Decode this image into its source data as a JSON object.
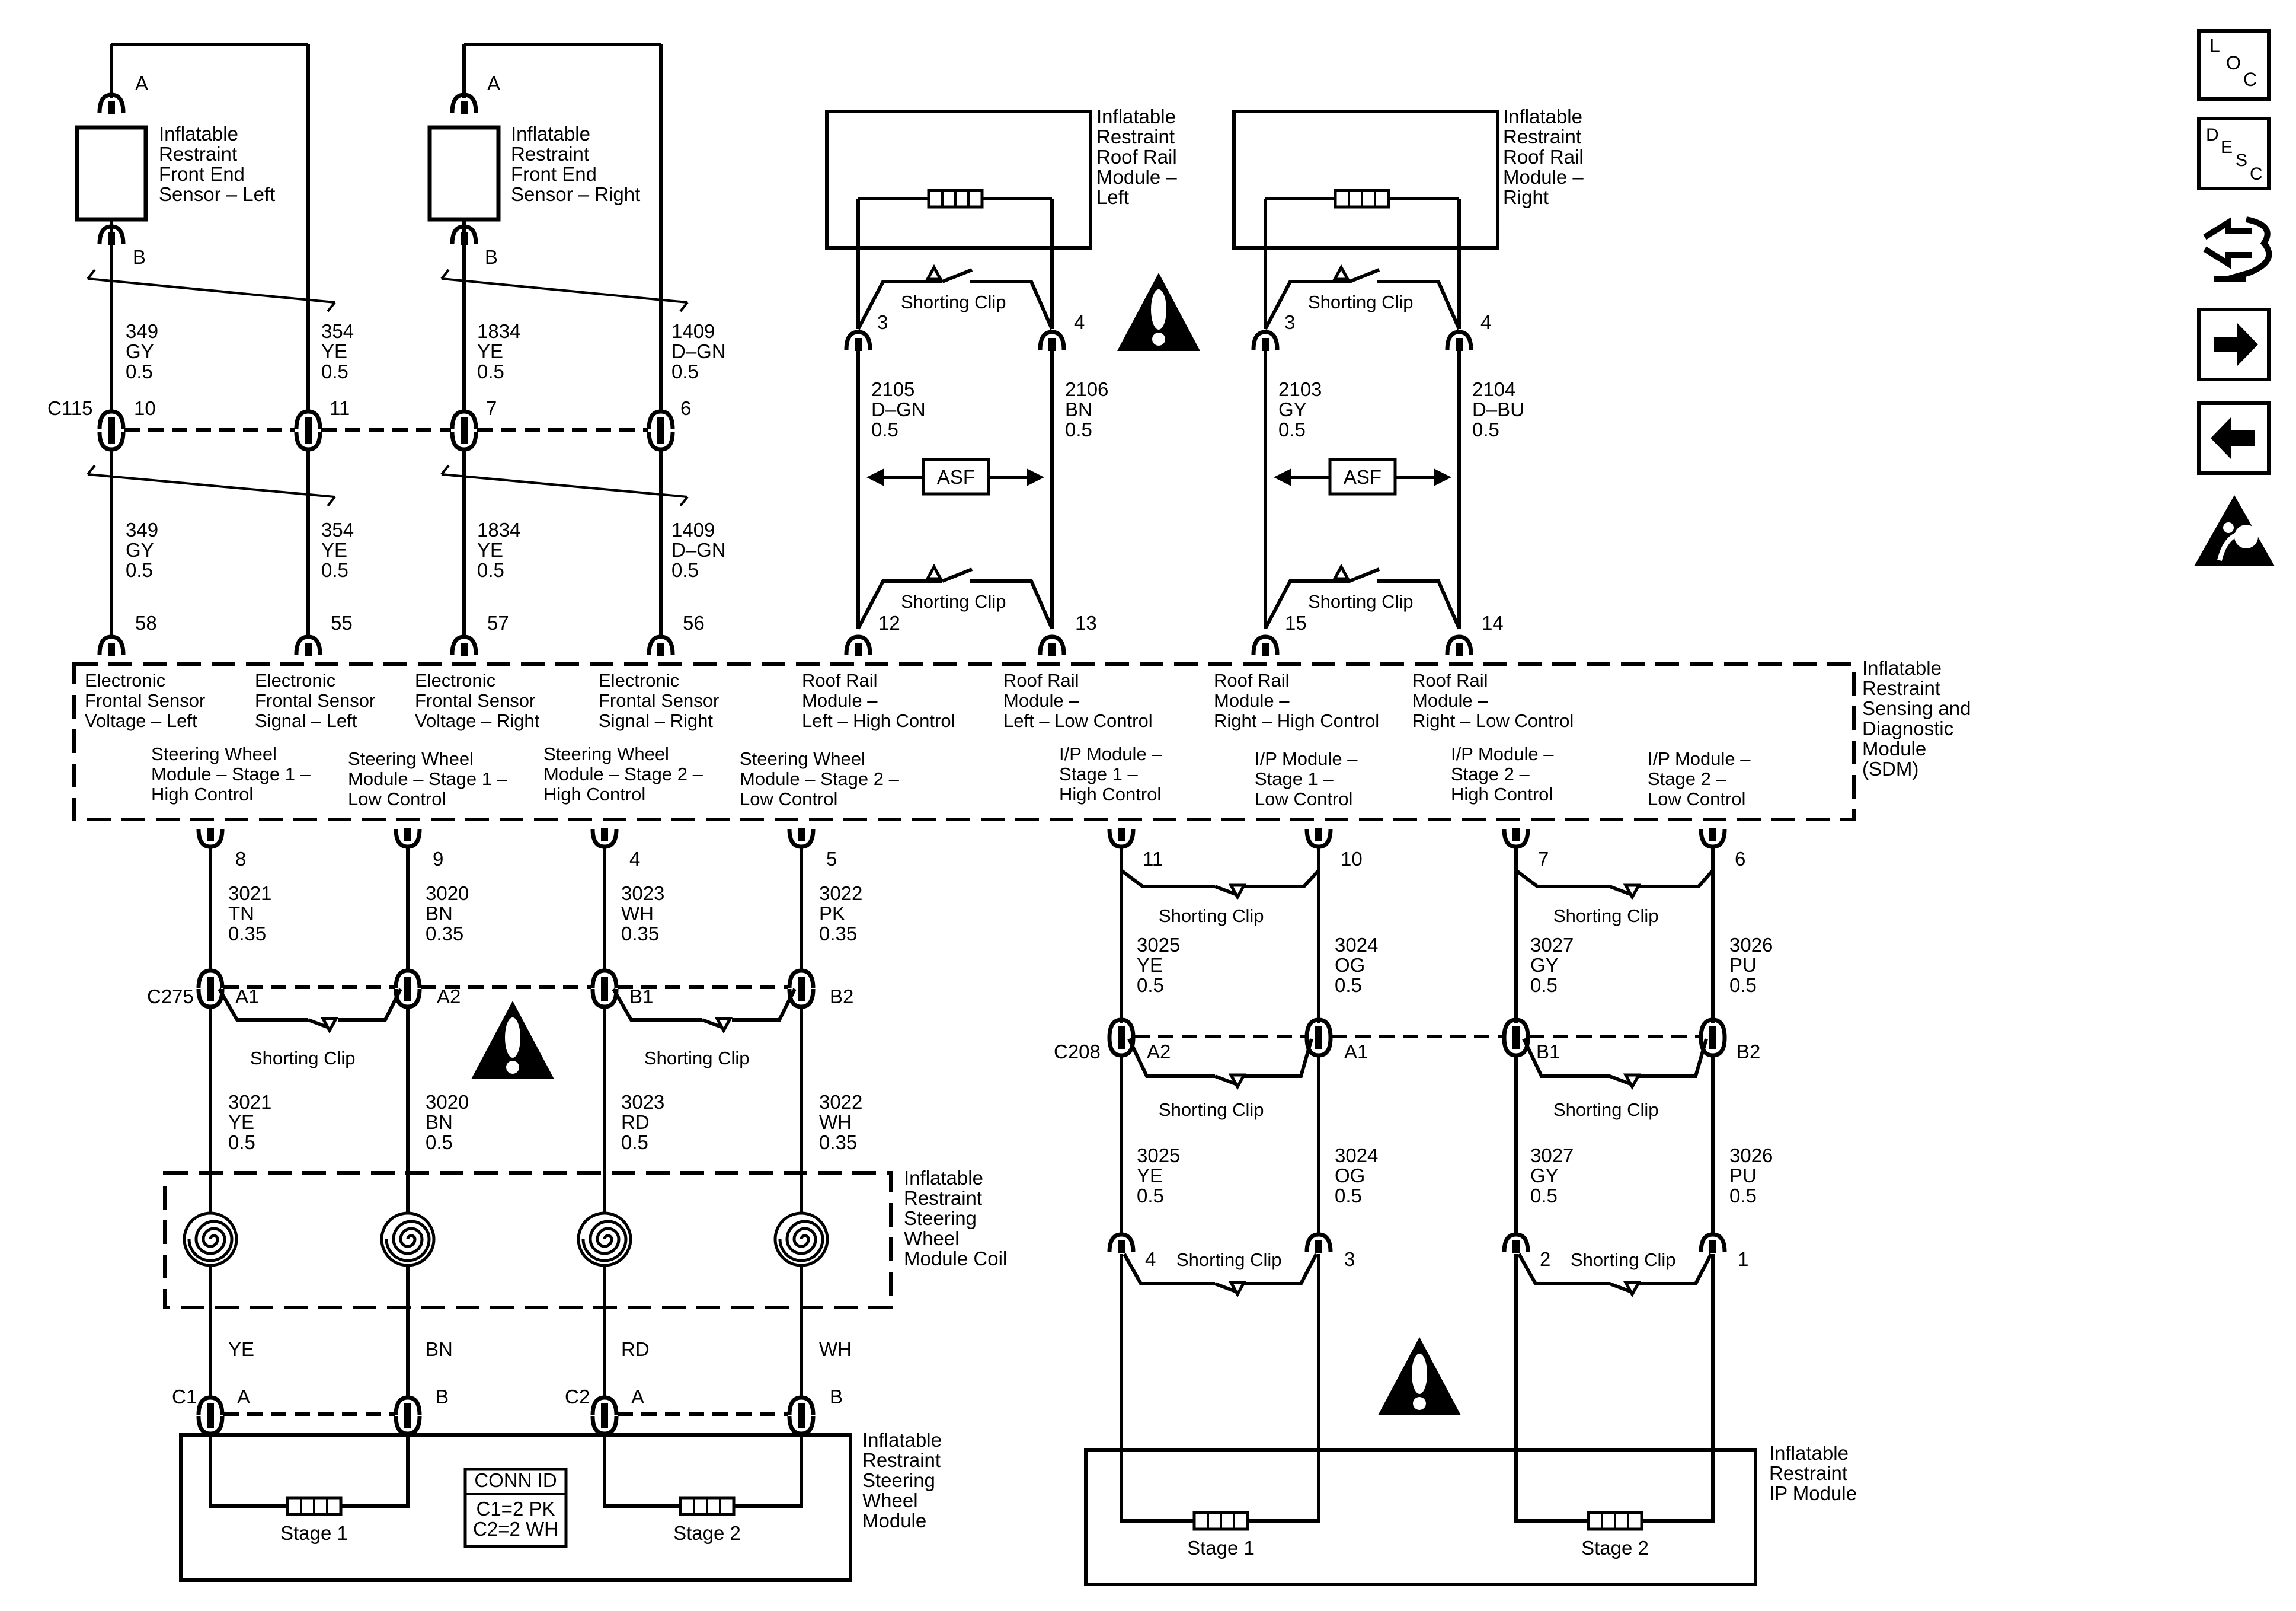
{
  "icons": [
    {
      "name": "loc-icon",
      "glyph": "LOC"
    },
    {
      "name": "desc-icon",
      "glyph": "DESC"
    },
    {
      "name": "schematic-connector-icon",
      "glyph": "connector"
    },
    {
      "name": "next-arrow-icon",
      "glyph": "right-arrow"
    },
    {
      "name": "previous-arrow-icon",
      "glyph": "left-arrow"
    },
    {
      "name": "airbag-warning-icon",
      "glyph": "airbag"
    }
  ],
  "loc_label": {
    "l": "L",
    "o": "O",
    "c": "C"
  },
  "desc_label": {
    "d": "D",
    "e": "E",
    "s": "S",
    "c": "C"
  },
  "sensors": {
    "left": {
      "lines": [
        "Inflatable",
        "Restraint",
        "Front End",
        "Sensor – Left"
      ],
      "pin_top": "A",
      "pin_bottom": "B"
    },
    "right": {
      "lines": [
        "Inflatable",
        "Restraint",
        "Front End",
        "Sensor – Right"
      ],
      "pin_top": "A",
      "pin_bottom": "B"
    }
  },
  "c115": {
    "label": "C115",
    "pins": [
      "10",
      "11",
      "7",
      "6"
    ],
    "wires_upper": [
      [
        "349",
        "GY",
        "0.5"
      ],
      [
        "354",
        "YE",
        "0.5"
      ],
      [
        "1834",
        "YE",
        "0.5"
      ],
      [
        "1409",
        "D–GN",
        "0.5"
      ]
    ],
    "wires_lower": [
      [
        "349",
        "GY",
        "0.5"
      ],
      [
        "354",
        "YE",
        "0.5"
      ],
      [
        "1834",
        "YE",
        "0.5"
      ],
      [
        "1409",
        "D–GN",
        "0.5"
      ]
    ]
  },
  "roof_rail": {
    "left": {
      "lines": [
        "Inflatable",
        "Restraint",
        "Roof Rail",
        "Module –",
        "Left"
      ],
      "pins_top": [
        "3",
        "4"
      ],
      "wires": [
        [
          "2105",
          "D–GN",
          "0.5"
        ],
        [
          "2106",
          "BN",
          "0.5"
        ]
      ],
      "pins_sdm": [
        "12",
        "13"
      ]
    },
    "right": {
      "lines": [
        "Inflatable",
        "Restraint",
        "Roof Rail",
        "Module –",
        "Right"
      ],
      "pins_top": [
        "3",
        "4"
      ],
      "wires": [
        [
          "2103",
          "GY",
          "0.5"
        ],
        [
          "2104",
          "D–BU",
          "0.5"
        ]
      ],
      "pins_sdm": [
        "15",
        "14"
      ]
    },
    "asf": "ASF",
    "shorting_clip": "Shorting Clip"
  },
  "sdm": {
    "lines": [
      "Inflatable",
      "Restraint",
      "Sensing and",
      "Diagnostic",
      "Module",
      "(SDM)"
    ],
    "pins_top": [
      "58",
      "55",
      "57",
      "56"
    ],
    "top_labels": [
      [
        "Electronic",
        "Frontal Sensor",
        "Voltage – Left"
      ],
      [
        "Electronic",
        "Frontal Sensor",
        "Signal – Left"
      ],
      [
        "Electronic",
        "Frontal Sensor",
        "Voltage – Right"
      ],
      [
        "Electronic",
        "Frontal Sensor",
        "Signal – Right"
      ],
      [
        "Roof Rail",
        "Module –",
        "Left – High Control"
      ],
      [
        "Roof Rail",
        "Module –",
        "Left – Low Control"
      ],
      [
        "Roof Rail",
        "Module –",
        "Right – High Control"
      ],
      [
        "Roof Rail",
        "Module –",
        "Right – Low Control"
      ]
    ],
    "bottom_labels": [
      [
        "Steering Wheel",
        "Module – Stage 1 –",
        "High Control"
      ],
      [
        "Steering Wheel",
        "Module – Stage 1 –",
        "Low Control"
      ],
      [
        "Steering Wheel",
        "Module – Stage 2 –",
        "High Control"
      ],
      [
        "Steering Wheel",
        "Module – Stage 2 –",
        "Low Control"
      ],
      [
        "I/P Module –",
        "Stage 1 –",
        "High Control"
      ],
      [
        "I/P Module –",
        "Stage 1 –",
        "Low Control"
      ],
      [
        "I/P Module –",
        "Stage 2 –",
        "High Control"
      ],
      [
        "I/P Module –",
        "Stage 2 –",
        "Low Control"
      ]
    ]
  },
  "steering": {
    "sdm_pins": [
      "8",
      "9",
      "4",
      "5"
    ],
    "wires_upper": [
      [
        "3021",
        "TN",
        "0.35"
      ],
      [
        "3020",
        "BN",
        "0.35"
      ],
      [
        "3023",
        "WH",
        "0.35"
      ],
      [
        "3022",
        "PK",
        "0.35"
      ]
    ],
    "c275": {
      "label": "C275",
      "pins": [
        "A1",
        "A2",
        "B1",
        "B2"
      ]
    },
    "wires_lower": [
      [
        "3021",
        "YE",
        "0.5"
      ],
      [
        "3020",
        "BN",
        "0.5"
      ],
      [
        "3023",
        "RD",
        "0.5"
      ],
      [
        "3022",
        "WH",
        "0.35"
      ]
    ],
    "coil": [
      "Inflatable",
      "Restraint",
      "Steering",
      "Wheel",
      "Module Coil"
    ],
    "coil_colors": [
      "YE",
      "BN",
      "RD",
      "WH"
    ],
    "c1": {
      "label": "C1",
      "pins": [
        "A",
        "B"
      ]
    },
    "c2": {
      "label": "C2",
      "pins": [
        "A",
        "B"
      ]
    },
    "module": [
      "Inflatable",
      "Restraint",
      "Steering",
      "Wheel",
      "Module"
    ],
    "stages": [
      "Stage 1",
      "Stage 2"
    ],
    "conn_id": {
      "title": "CONN ID",
      "lines": [
        "C1=2 PK",
        "C2=2 WH"
      ]
    }
  },
  "ip": {
    "sdm_pins": [
      "11",
      "10",
      "7",
      "6"
    ],
    "wires_upper": [
      [
        "3025",
        "YE",
        "0.5"
      ],
      [
        "3024",
        "OG",
        "0.5"
      ],
      [
        "3027",
        "GY",
        "0.5"
      ],
      [
        "3026",
        "PU",
        "0.5"
      ]
    ],
    "c208": {
      "label": "C208",
      "pins": [
        "A2",
        "A1",
        "B1",
        "B2"
      ]
    },
    "wires_lower": [
      [
        "3025",
        "YE",
        "0.5"
      ],
      [
        "3024",
        "OG",
        "0.5"
      ],
      [
        "3027",
        "GY",
        "0.5"
      ],
      [
        "3026",
        "PU",
        "0.5"
      ]
    ],
    "module_pins": [
      "4",
      "3",
      "2",
      "1"
    ],
    "module": [
      "Inflatable",
      "Restraint",
      "IP Module"
    ],
    "stages": [
      "Stage 1",
      "Stage 2"
    ]
  },
  "shorting_clip": "Shorting Clip"
}
